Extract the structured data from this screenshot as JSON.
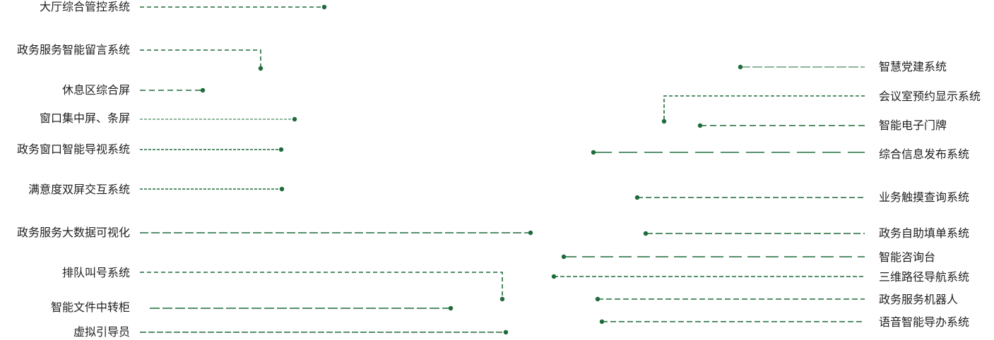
{
  "diagram": {
    "line_color": "#1e6b3a",
    "left_labels": [
      "大厅综合管控系统",
      "政务服务智能留言系统",
      "休息区综合屏",
      "窗口集中屏、条屏",
      "政务窗口智能导视系统",
      "满意度双屏交互系统",
      "政务服务大数据可视化",
      "排队叫号系统",
      "智能文件中转柜",
      "虚拟引导员"
    ],
    "right_labels": [
      "智慧党建系统",
      "会议室预约显示系统",
      "智能电子门牌",
      "综合信息发布系统",
      "业务触摸查询系统",
      "政务自助填单系统",
      "智能咨询台",
      "三维路径导航系统",
      "政务服务机器人",
      "语音智能导办系统"
    ]
  }
}
